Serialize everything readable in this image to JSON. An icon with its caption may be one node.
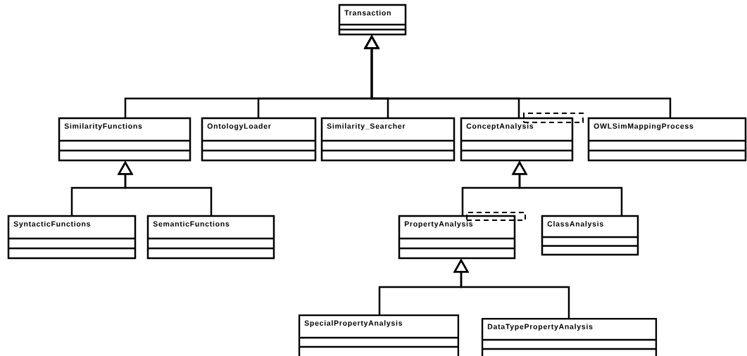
{
  "diagram": {
    "nodes": [
      {
        "text": [
          "Transaction"
        ]
      },
      {
        "text": [
          "SimilarityFunctions"
        ]
      },
      {
        "text": [
          "OntologyLoader"
        ]
      },
      {
        "text": [
          "Similarity_Searcher"
        ]
      },
      {
        "text": [
          "ConceptAnalysis"
        ]
      },
      {
        "text": [
          "OWLSimMappingProcess"
        ]
      },
      {
        "text": [
          "SyntacticFunctions"
        ]
      },
      {
        "text": [
          "SemanticFunctions"
        ]
      },
      {
        "text": [
          "PropertyAnalysis"
        ]
      },
      {
        "text": [
          "ClassAnalysis"
        ]
      },
      {
        "text": [
          "SpecialPropertyAnalysis"
        ]
      },
      {
        "text": [
          "DataTypePropertyAnalysis"
        ]
      },
      {
        "text": [],
        "shape": "box"
      },
      {
        "text": [],
        "shape": "box"
      }
    ],
    "edges": [
      {
        "from": 1,
        "to": 0,
        "arrow": "to"
      },
      {
        "from": 2,
        "to": 0,
        "arrow": "to"
      },
      {
        "from": 3,
        "to": 0,
        "arrow": "to"
      },
      {
        "from": 4,
        "to": 0,
        "arrow": "to"
      },
      {
        "from": 5,
        "to": 0,
        "arrow": "to"
      },
      {
        "from": 6,
        "to": 1,
        "arrow": "to"
      },
      {
        "from": 7,
        "to": 1,
        "arrow": "to"
      },
      {
        "from": 8,
        "to": 4,
        "arrow": "to"
      },
      {
        "from": 9,
        "to": 4,
        "arrow": "to"
      },
      {
        "from": 10,
        "to": 8,
        "arrow": "to"
      },
      {
        "from": 11,
        "to": 8,
        "arrow": "to"
      }
    ]
  }
}
